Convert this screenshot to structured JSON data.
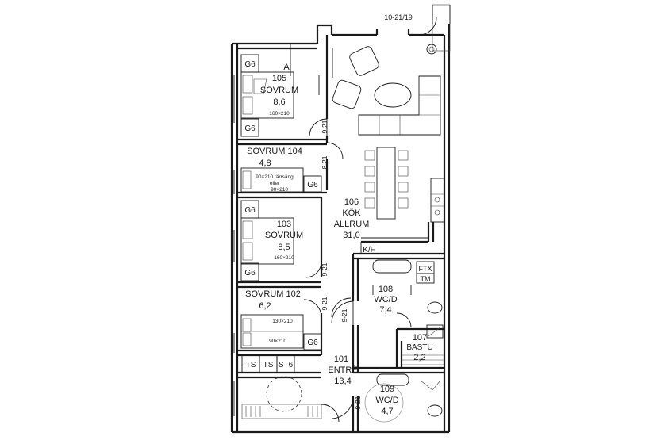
{
  "rooms": {
    "r105": {
      "number": "105",
      "name": "SOVRUM",
      "area": "8,6",
      "bed": "160×210"
    },
    "r104": {
      "name_number": "SOVRUM 104",
      "area": "4,8",
      "bed_line1": "90×210 tärrsäng",
      "bed_line2": "eller",
      "bed_line3": "90×210"
    },
    "r103": {
      "number": "103",
      "name": "SOVRUM",
      "area": "8,5",
      "bed": "160×210"
    },
    "r102": {
      "name_number": "SOVRUM 102",
      "area": "6,2",
      "bed_a": "130×210",
      "bed_b": "90×210"
    },
    "r106": {
      "number": "106",
      "name1": "KÖK",
      "name2": "ALLRUM",
      "area": "31,0"
    },
    "r101": {
      "number": "101",
      "name": "ENTRÉ",
      "area": "13,4"
    },
    "r108": {
      "number": "108",
      "name": "WC/D",
      "area": "7,4"
    },
    "r107": {
      "number": "107",
      "name": "BASTU",
      "area": "2,2"
    },
    "r109": {
      "number": "109",
      "name": "WC/D",
      "area": "4,7"
    }
  },
  "storage": {
    "g6": "G6",
    "ts": "TS",
    "st6": "ST6",
    "kf": "K/F",
    "ftx": "FTX",
    "tm": "TM"
  },
  "doors": {
    "d921": "9-21",
    "d821": "8-21",
    "d1021": "10-21/19"
  },
  "markers": {
    "section_a": "A"
  }
}
